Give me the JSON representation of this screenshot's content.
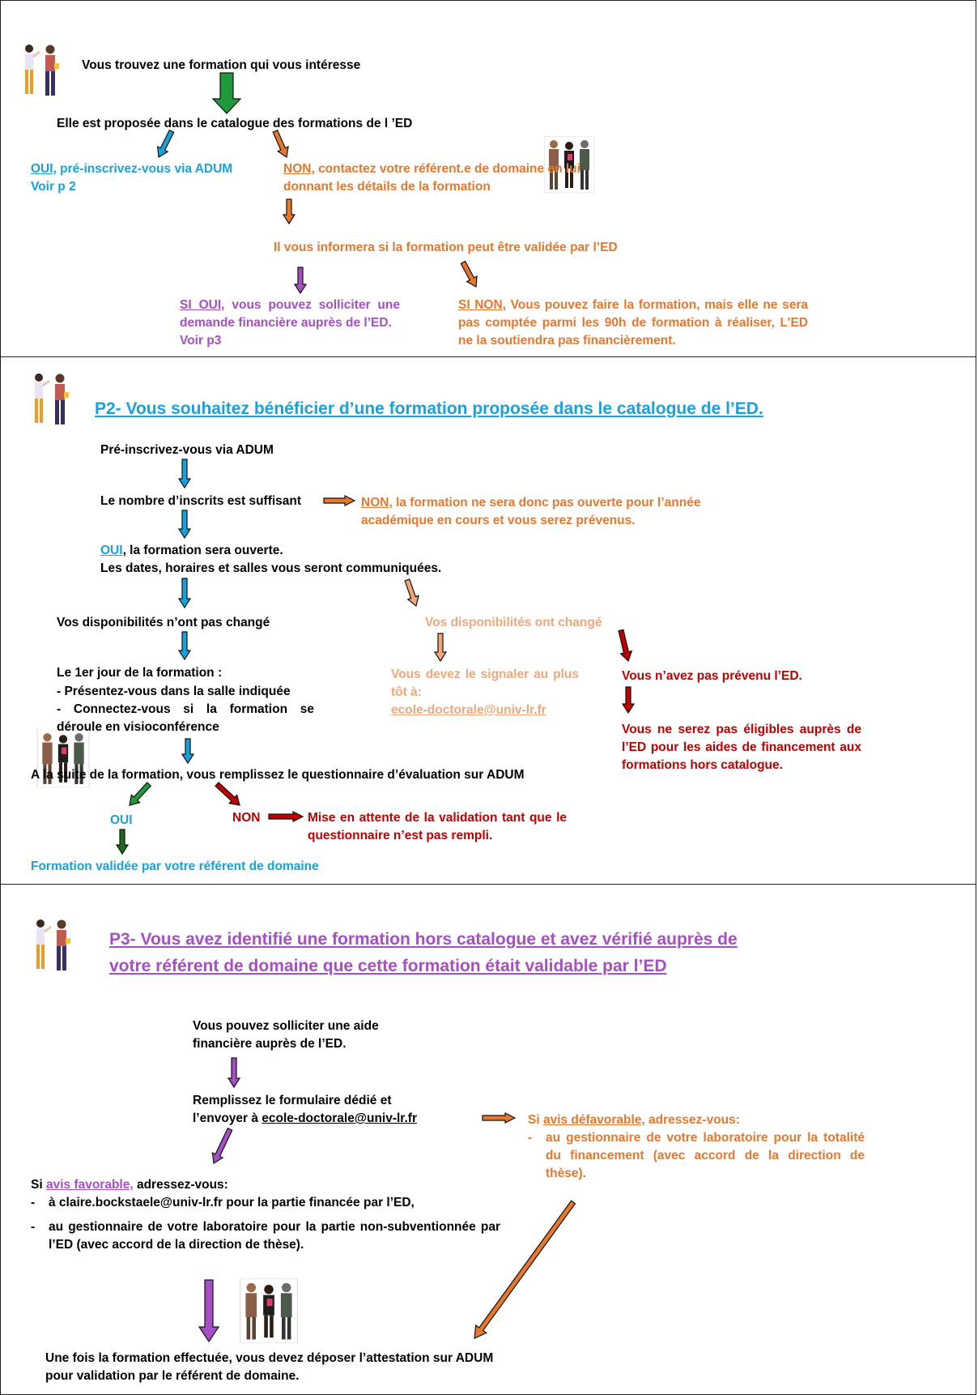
{
  "colors": {
    "blue": "#1aa1dc",
    "orange": "#e8772e",
    "violet": "#a64fc4",
    "peach": "#f2a77a",
    "red": "#c00000",
    "green": "#1f9a3a",
    "darkgreen": "#1e6b1e"
  },
  "p1": {
    "start": "Vous trouvez une formation qui vous intéresse",
    "question": "Elle est proposée dans le catalogue des formations de l ’ED",
    "oui_label": "OUI",
    "oui_text": ", pré-inscrivez-vous via ADUM",
    "oui_ref": "Voir p 2",
    "non_label": "NON",
    "non_text": ", contactez votre référent.e de domaine en lui",
    "non_text2": "donnant les détails de la formation",
    "info": "Il vous informera si la formation peut être validée par l’ED",
    "sioui_label": "SI OUI",
    "sioui_text": ", vous pouvez solliciter une demande financière auprès de l’ED.",
    "sioui_ref": "Voir p3",
    "sinon_label": "SI NON",
    "sinon_text": ", Vous pouvez faire la formation, mais elle ne sera pas comptée parmi les 90h de formation à réaliser, L’ED ne la soutiendra pas financièrement."
  },
  "p2": {
    "title": "P2- Vous souhaitez bénéficier d’une formation proposée dans le catalogue de l’ED.",
    "preinscription": "Pré-inscrivez-vous via ADUM",
    "nombre": "Le nombre d’inscrits est suffisant",
    "non_label": "NON",
    "non_text": ", la formation ne sera donc pas ouverte pour l’année",
    "non_text2": "académique en cours et vous serez prévenus.",
    "oui_label": "OUI",
    "oui_text": ", la formation sera ouverte.",
    "dates": "Les dates, horaires et salles vous seront communiquées.",
    "dispo_same": "Vos disponibilités n’ont pas changé",
    "dispo_changed": "Vos disponibilités ont changé",
    "first_day": "Le 1er jour de la formation :",
    "first_day_items": [
      "Présentez-vous dans la salle indiquée",
      "Connectez-vous si la formation se déroule en visioconférence"
    ],
    "signal": "Vous devez le signaler au plus tôt à:",
    "signal_email": "ecole-doctorale@univ-lr.fr",
    "not_warned": "Vous n’avez pas prévenu l’ED.",
    "not_eligible": "Vous ne serez pas éligibles auprès de l’ED pour les aides de financement aux formations hors catalogue.",
    "after": "A la suite de la formation, vous remplissez le questionnaire d’évaluation sur ADUM",
    "eval_oui": "OUI",
    "eval_non": "NON",
    "eval_non_text": "Mise en attente de la validation tant que le questionnaire n’est pas rempli.",
    "validated": "Formation validée par votre référent de domaine"
  },
  "p3": {
    "title_line1": "P3- Vous avez identifié une formation hors catalogue et avez  vérifié auprès de",
    "title_line2": "votre référent de domaine que cette formation était validable par l’ED",
    "solliciter": "Vous pouvez solliciter une aide financière auprès de l’ED.",
    "form_line1": "Remplissez le formulaire dédié et",
    "form_line2_pre": "l’envoyer à ",
    "form_email": "ecole-doctorale@univ-lr.fr",
    "defav_pre": "Si ",
    "defav_label": "avis défavorable,",
    "defav_post": " adressez-vous:",
    "defav_item": "au gestionnaire de votre laboratoire pour la totalité du financement (avec accord de la direction de thèse).",
    "fav_pre": "Si ",
    "fav_label": "avis favorable,",
    "fav_post": " adressez-vous:",
    "fav_item1": "à claire.bockstaele@univ-lr.fr pour la partie financée par l’ED,",
    "fav_item2": "au gestionnaire de votre laboratoire pour la partie non-subventionnée par l’ED (avec accord de la direction de thèse).",
    "final": "Une fois la formation effectuée, vous devez déposer l’attestation sur ADUM pour validation par le référent de domaine."
  }
}
